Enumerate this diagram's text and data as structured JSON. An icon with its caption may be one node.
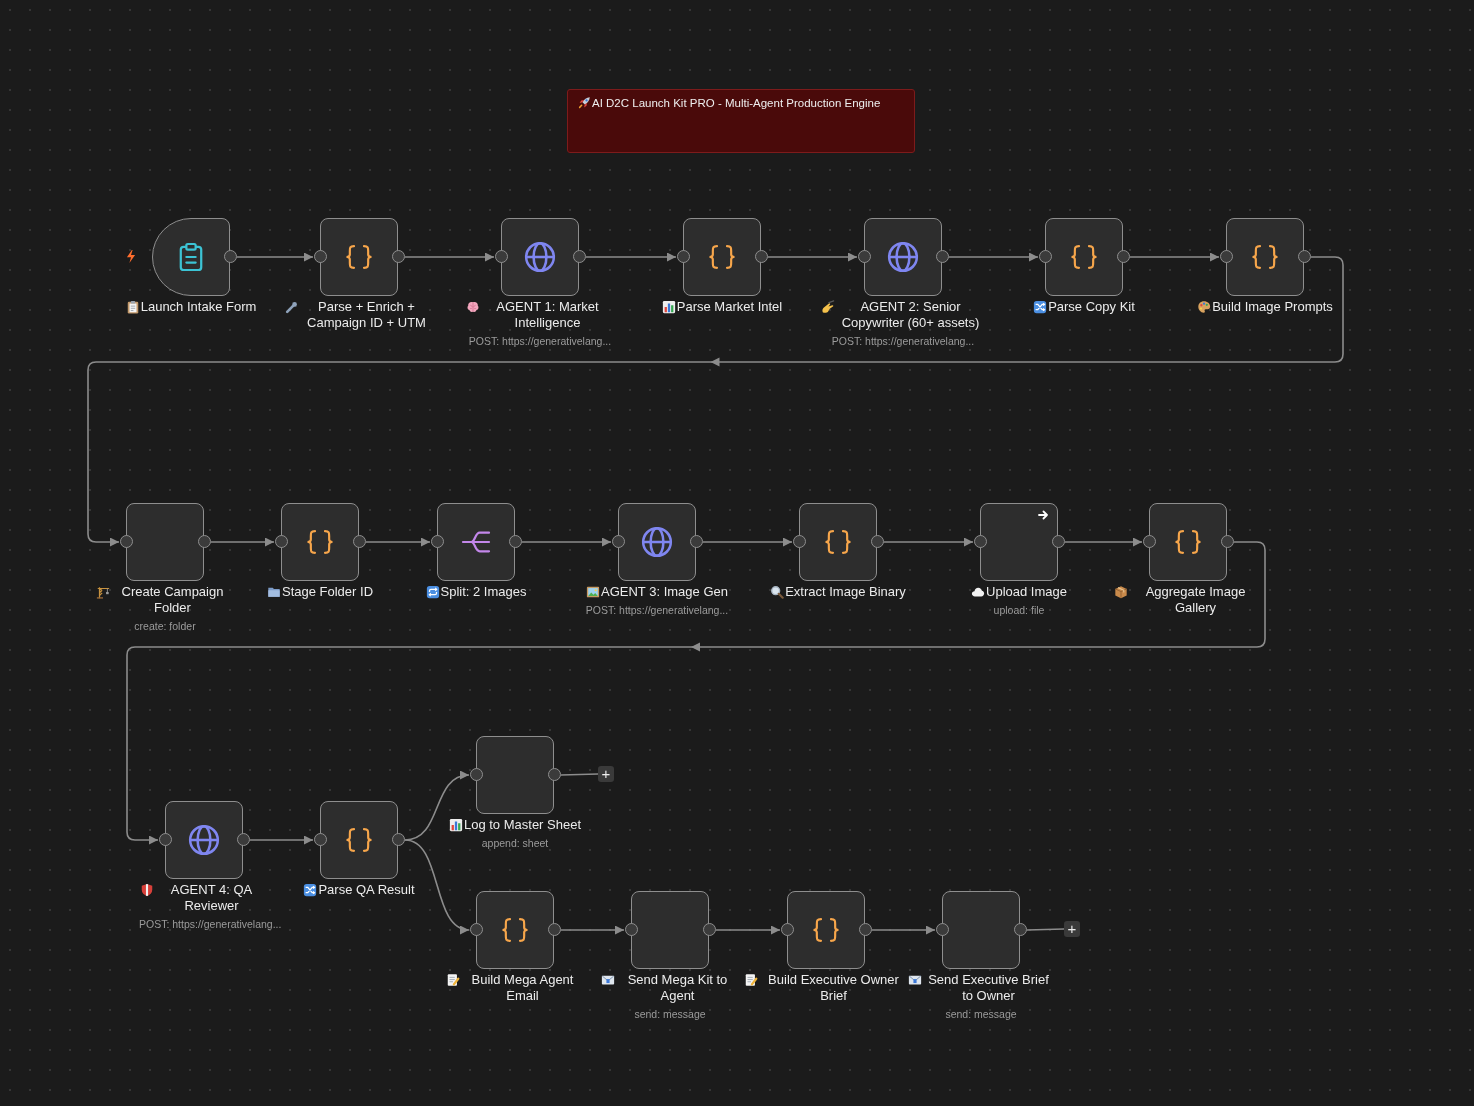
{
  "diagram": {
    "title": "AI D2C Launch Kit PRO - Multi-Agent Production Engine",
    "nodes": [
      {
        "text": [
          "Launch Intake Form"
        ]
      },
      {
        "text": [
          "Parse + Enrich + Campaign ID + UTM"
        ]
      },
      {
        "text": [
          "AGENT 1: Market Intelligence",
          "POST: https://generativelang..."
        ]
      },
      {
        "text": [
          "Parse Market Intel"
        ]
      },
      {
        "text": [
          "AGENT 2: Senior Copywriter (60+ assets)",
          "POST: https://generativelang..."
        ]
      },
      {
        "text": [
          "Parse Copy Kit"
        ]
      },
      {
        "text": [
          "Build Image Prompts"
        ]
      },
      {
        "text": [
          "Create Campaign Folder",
          "create: folder"
        ]
      },
      {
        "text": [
          "Stage Folder ID"
        ]
      },
      {
        "text": [
          "Split: 2 Images"
        ]
      },
      {
        "text": [
          "AGENT 3: Image Gen",
          "POST: https://generativelang..."
        ]
      },
      {
        "text": [
          "Extract Image Binary"
        ]
      },
      {
        "text": [
          "Upload Image",
          "upload: file"
        ]
      },
      {
        "text": [
          "Aggregate Image Gallery"
        ]
      },
      {
        "text": [
          "AGENT 4: QA Reviewer",
          "POST: https://generativelang..."
        ]
      },
      {
        "text": [
          "Parse QA Result"
        ]
      },
      {
        "text": [
          "Log to Master Sheet",
          "append: sheet"
        ]
      },
      {
        "text": [
          "+"
        ]
      },
      {
        "text": [
          "Build Mega Agent Email"
        ]
      },
      {
        "text": [
          "Send Mega Kit to Agent",
          "send: message"
        ]
      },
      {
        "text": [
          "Build Executive Owner Brief"
        ]
      },
      {
        "text": [
          "Send Executive Brief to Owner",
          "send: message"
        ]
      },
      {
        "text": [
          "+"
        ]
      }
    ],
    "edges": [
      {
        "from": 0,
        "to": 1,
        "arrow": "to"
      },
      {
        "from": 1,
        "to": 2,
        "arrow": "to"
      },
      {
        "from": 2,
        "to": 3,
        "arrow": "to"
      },
      {
        "from": 3,
        "to": 4,
        "arrow": "to"
      },
      {
        "from": 4,
        "to": 5,
        "arrow": "to"
      },
      {
        "from": 5,
        "to": 6,
        "arrow": "to"
      },
      {
        "from": 6,
        "to": 7,
        "arrow": "to"
      },
      {
        "from": 7,
        "to": 8,
        "arrow": "to"
      },
      {
        "from": 8,
        "to": 9,
        "arrow": "to"
      },
      {
        "from": 9,
        "to": 10,
        "arrow": "to"
      },
      {
        "from": 10,
        "to": 11,
        "arrow": "to"
      },
      {
        "from": 11,
        "to": 12,
        "arrow": "to"
      },
      {
        "from": 12,
        "to": 13,
        "arrow": "to"
      },
      {
        "from": 13,
        "to": 14,
        "arrow": "to"
      },
      {
        "from": 14,
        "to": 15,
        "arrow": "to"
      },
      {
        "from": 15,
        "to": 16,
        "arrow": "to"
      },
      {
        "from": 15,
        "to": 18,
        "arrow": "to"
      },
      {
        "from": 16,
        "to": 17,
        "arrow": "none"
      },
      {
        "from": 18,
        "to": 19,
        "arrow": "to"
      },
      {
        "from": 19,
        "to": 20,
        "arrow": "to"
      },
      {
        "from": 20,
        "to": 21,
        "arrow": "to"
      },
      {
        "from": 21,
        "to": 22,
        "arrow": "none"
      }
    ]
  }
}
